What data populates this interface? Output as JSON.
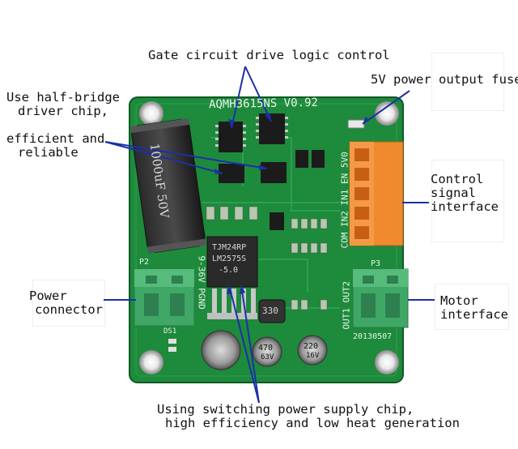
{
  "labels": {
    "gate_logic": "Gate circuit drive logic control",
    "fuse": "5V power output fuse",
    "half_bridge_1": "Use half-bridge",
    "half_bridge_2": "driver chip,",
    "efficient_1": "efficient and",
    "efficient_2": "reliable",
    "control_1": "Control",
    "control_2": "signal",
    "control_3": "interface",
    "power_1": "Power",
    "power_2": "connector",
    "motor_1": "Motor",
    "motor_2": "interface",
    "switching_1": "Using switching power supply chip,",
    "switching_2": "high efficiency and low heat generation"
  },
  "board": {
    "model": "AQMH3615NS V0.92",
    "capacitor_main": "1000uF 50V",
    "regulator_line1": "TJM24RP",
    "regulator_line2": "LM2575S",
    "regulator_line3": "-5.0",
    "cap_470": "470",
    "cap_470_v": "63V",
    "cap_220": "220",
    "cap_220_v": "16V",
    "p2_label": "P2",
    "p3_label": "P3",
    "voltage_label": "9-36V PGND",
    "out_label": "OUT1 OUT2",
    "control_pins": "COM IN2 IN1 EN 5V0",
    "date": "20130507",
    "ds1": "DS1",
    "ic330": "330"
  },
  "colors": {
    "pcb": "#1e8a3c",
    "pcb_dark": "#126b2b",
    "terminal_green": "#3fa866",
    "terminal_orange": "#f08a2e",
    "callout_line": "#1d2fa8"
  }
}
